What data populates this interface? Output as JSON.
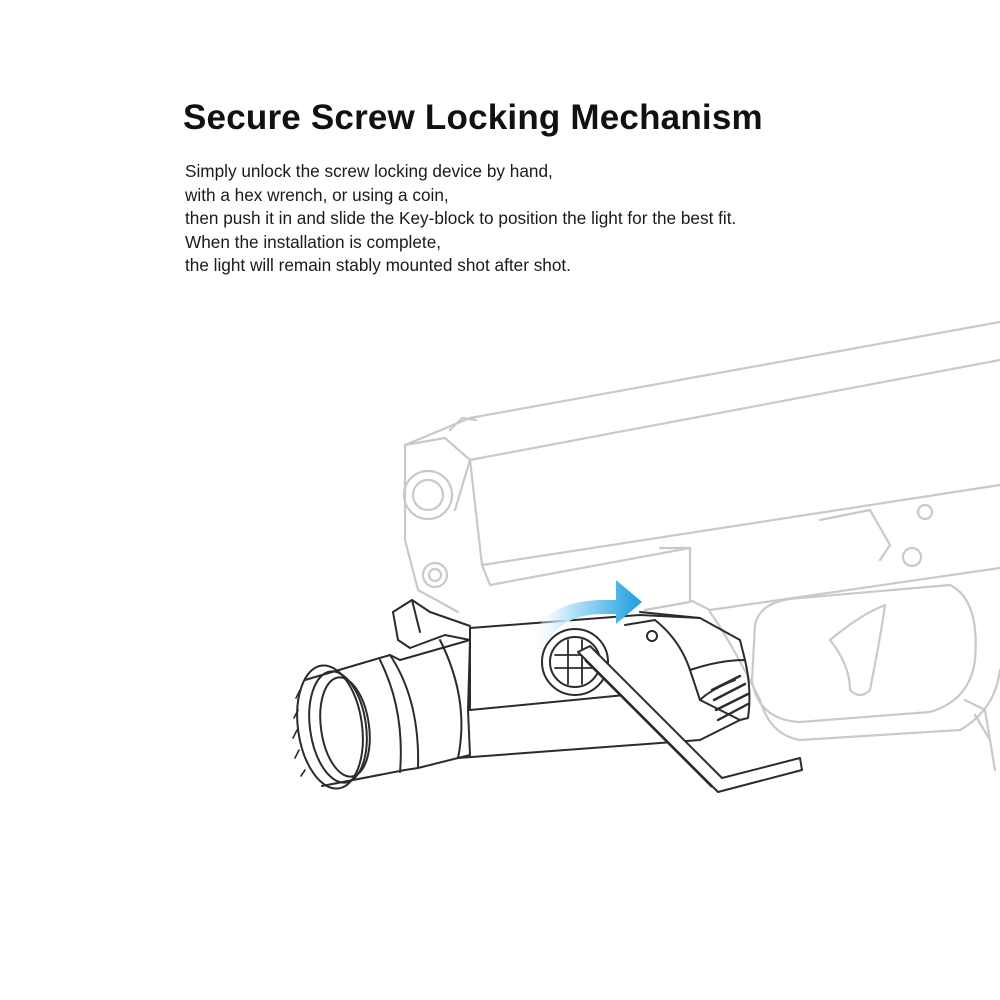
{
  "heading": "Secure Screw Locking Mechanism",
  "description_lines": [
    "Simply unlock the screw locking device by hand,",
    "with a hex wrench, or using a coin,",
    "then push it in and slide the Key-block to position the light for the best fit.",
    "When the installation is complete,",
    "the light will remain stably mounted shot after shot."
  ],
  "colors": {
    "pistol_outline": "#c9c9c9",
    "light_outline": "#2b2b2b",
    "arrow_accent": "#1a9de0",
    "arrow_light": "#bfe6fb"
  },
  "icons": [
    "rotate-arrow-icon",
    "hex-wrench-icon"
  ]
}
